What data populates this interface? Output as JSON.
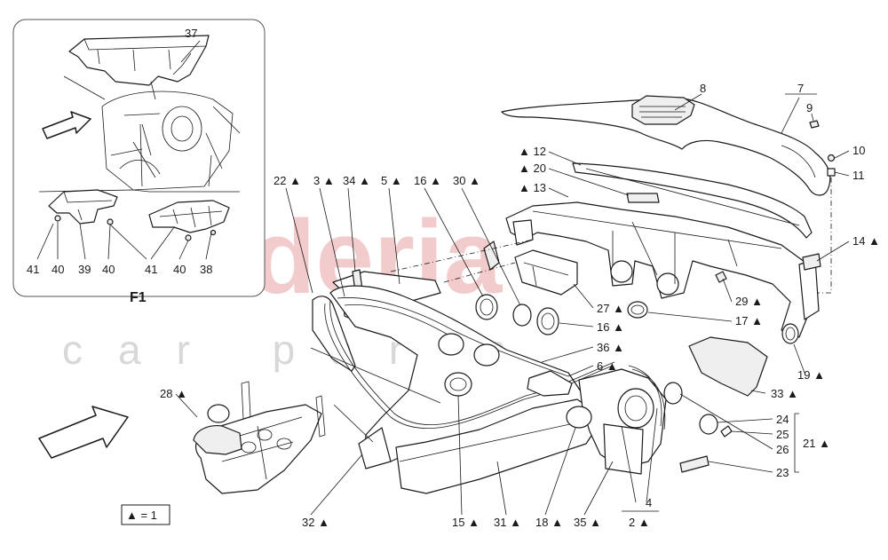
{
  "watermark": {
    "brand": "scuderia",
    "sub": "car parts"
  },
  "inset": {
    "title": "F1"
  },
  "legend": {
    "text": "▲ = 1"
  },
  "labels": [
    {
      "id": "l37",
      "text": "37"
    },
    {
      "id": "l41a",
      "text": "41"
    },
    {
      "id": "l40a",
      "text": "40"
    },
    {
      "id": "l39",
      "text": "39"
    },
    {
      "id": "l40b",
      "text": "40"
    },
    {
      "id": "l41b",
      "text": "41"
    },
    {
      "id": "l40c",
      "text": "40"
    },
    {
      "id": "l38",
      "text": "38"
    },
    {
      "id": "l8",
      "text": "8"
    },
    {
      "id": "l7",
      "text": "7"
    },
    {
      "id": "l9",
      "text": "9"
    },
    {
      "id": "l10",
      "text": "10"
    },
    {
      "id": "l11",
      "text": "11"
    },
    {
      "id": "l12",
      "text": "▲ 12"
    },
    {
      "id": "l20",
      "text": "▲ 20"
    },
    {
      "id": "l13",
      "text": "▲ 13"
    },
    {
      "id": "l14",
      "text": "14 ▲"
    },
    {
      "id": "l22",
      "text": "22 ▲"
    },
    {
      "id": "l3",
      "text": "3 ▲"
    },
    {
      "id": "l34",
      "text": "34 ▲"
    },
    {
      "id": "l5",
      "text": "5 ▲"
    },
    {
      "id": "l16a",
      "text": "16 ▲"
    },
    {
      "id": "l30",
      "text": "30 ▲"
    },
    {
      "id": "l27",
      "text": "27 ▲"
    },
    {
      "id": "l16b",
      "text": "16 ▲"
    },
    {
      "id": "l29",
      "text": "29 ▲"
    },
    {
      "id": "l17",
      "text": "17 ▲"
    },
    {
      "id": "l36",
      "text": "36 ▲"
    },
    {
      "id": "l6",
      "text": "6 ▲"
    },
    {
      "id": "l19",
      "text": "19 ▲"
    },
    {
      "id": "l33",
      "text": "33 ▲"
    },
    {
      "id": "l28",
      "text": "28 ▲"
    },
    {
      "id": "l24",
      "text": "24"
    },
    {
      "id": "l25",
      "text": "25"
    },
    {
      "id": "l26",
      "text": "26"
    },
    {
      "id": "l21",
      "text": "21 ▲"
    },
    {
      "id": "l23",
      "text": "23"
    },
    {
      "id": "l4",
      "text": "4"
    },
    {
      "id": "l2",
      "text": "2 ▲"
    },
    {
      "id": "l32",
      "text": "32 ▲"
    },
    {
      "id": "l15",
      "text": "15 ▲"
    },
    {
      "id": "l31",
      "text": "31 ▲"
    },
    {
      "id": "l18",
      "text": "18 ▲"
    },
    {
      "id": "l35",
      "text": "35 ▲"
    }
  ]
}
